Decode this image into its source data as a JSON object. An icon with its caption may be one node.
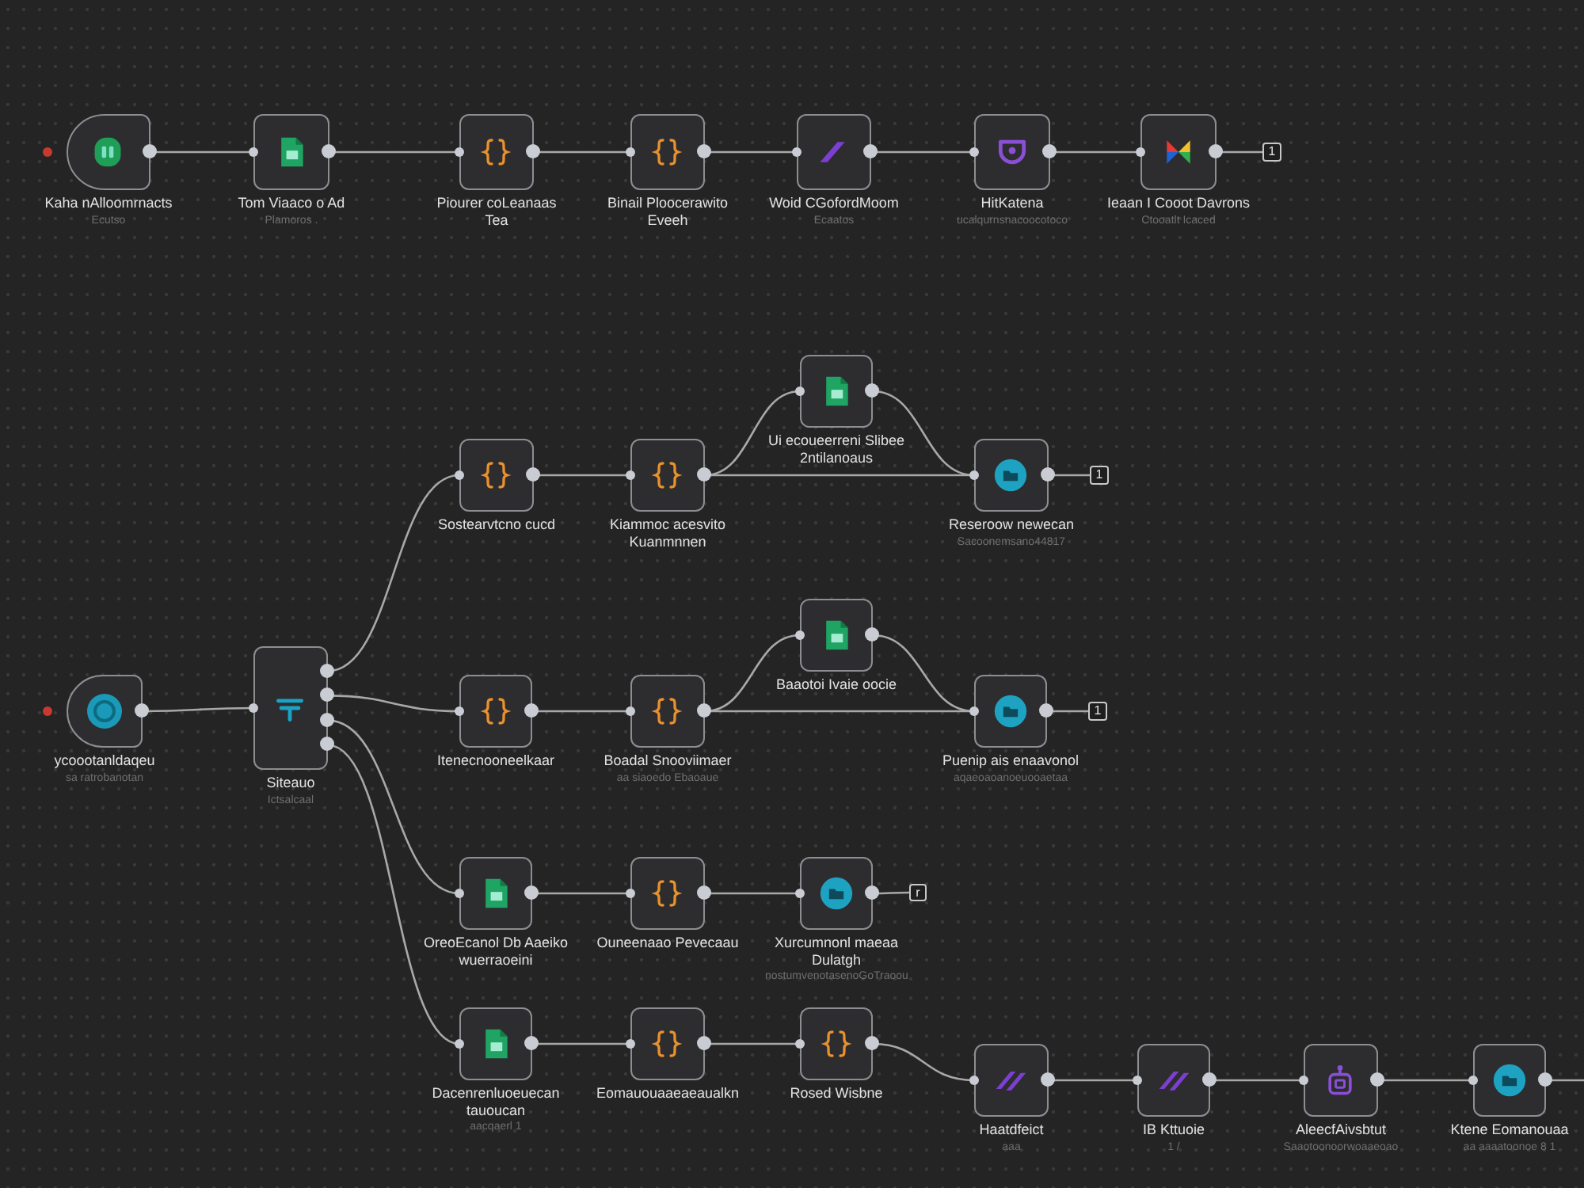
{
  "diagram": {
    "nodes": [
      {
        "text": [
          "Kaha nAlloomrnacts",
          "Ecutso"
        ]
      },
      {
        "text": [
          "Tom Viaaco o Ad",
          "Plamoros ."
        ]
      },
      {
        "text": [
          "Piourer coLeanaas Tea"
        ]
      },
      {
        "text": [
          "Binail Ploocerawito Eveeh"
        ]
      },
      {
        "text": [
          "Woid CGofordMoom",
          "Ecaatos"
        ]
      },
      {
        "text": [
          "HitKatena",
          "ucalqurnsnacoocotoco"
        ]
      },
      {
        "text": [
          "Ieaan I Cooot Davrons",
          "Ctooatlt Icaced"
        ]
      },
      {
        "text": [
          "1"
        ]
      },
      {
        "text": [
          "Sostearvtcno cucd"
        ]
      },
      {
        "text": [
          "Kiammoc acesvito Kuanmnnen"
        ]
      },
      {
        "text": [
          "Ui ecoueerreni Slibee 2ntilanoaus"
        ]
      },
      {
        "text": [
          "Reseroow newecan",
          "Sacoonemsano44817"
        ]
      },
      {
        "text": [
          "1"
        ]
      },
      {
        "text": [
          "ycoootanldaqeu",
          "sa ratrobanotan"
        ]
      },
      {
        "text": [
          "Siteauo",
          "Ictsalcaal"
        ]
      },
      {
        "text": [
          "Itenecnooneelkaar"
        ]
      },
      {
        "text": [
          "Boadal Snooviimaer",
          "aa siaoedo Ebaoaue"
        ]
      },
      {
        "text": [
          "Baaotoi Ivaie oocie"
        ]
      },
      {
        "text": [
          "Puenip ais enaavonol",
          "aqaeoaoanoeuooaetaa"
        ]
      },
      {
        "text": [
          "1"
        ]
      },
      {
        "text": [
          "OreoEcanol Db Aaeiko wuerraoeini"
        ]
      },
      {
        "text": [
          "Ouneenaao Pevecaau"
        ]
      },
      {
        "text": [
          "Xurcumnonl maeaa Dulatgh",
          "nostumvenotasenoGoTraoou"
        ]
      },
      {
        "text": [
          "r"
        ]
      },
      {
        "text": [
          "Dacenrenluoeuecan tauoucan",
          "aacqaerl 1"
        ]
      },
      {
        "text": [
          "Eomauouaaeaeaualkn"
        ]
      },
      {
        "text": [
          "Rosed Wisbne"
        ]
      },
      {
        "text": [
          "Haatdfeict",
          "aaa"
        ]
      },
      {
        "text": [
          "IB Kttuoie",
          "1 /"
        ]
      },
      {
        "text": [
          "AleecfAivsbtut",
          "Saaotoonoorwoaaeoao"
        ]
      },
      {
        "text": [
          "Ktene Eomanouaa",
          "aa aaaatoonoe 8 1"
        ]
      }
    ],
    "edges": [
      {
        "from": 0,
        "to": 1,
        "arrow": "none"
      },
      {
        "from": 1,
        "to": 2,
        "arrow": "none"
      },
      {
        "from": 2,
        "to": 3,
        "arrow": "none"
      },
      {
        "from": 3,
        "to": 4,
        "arrow": "none"
      },
      {
        "from": 4,
        "to": 5,
        "arrow": "none"
      },
      {
        "from": 5,
        "to": 6,
        "arrow": "none"
      },
      {
        "from": 6,
        "to": 7,
        "arrow": "none"
      },
      {
        "from": 13,
        "to": 14,
        "arrow": "none"
      },
      {
        "from": 14,
        "to": 8,
        "arrow": "none"
      },
      {
        "from": 14,
        "to": 15,
        "arrow": "none"
      },
      {
        "from": 14,
        "to": 20,
        "arrow": "none"
      },
      {
        "from": 14,
        "to": 24,
        "arrow": "none"
      },
      {
        "from": 8,
        "to": 9,
        "arrow": "none"
      },
      {
        "from": 9,
        "to": 10,
        "arrow": "none"
      },
      {
        "from": 9,
        "to": 11,
        "arrow": "none"
      },
      {
        "from": 10,
        "to": 11,
        "arrow": "none"
      },
      {
        "from": 11,
        "to": 12,
        "arrow": "none"
      },
      {
        "from": 15,
        "to": 16,
        "arrow": "none"
      },
      {
        "from": 16,
        "to": 17,
        "arrow": "none"
      },
      {
        "from": 16,
        "to": 18,
        "arrow": "none"
      },
      {
        "from": 17,
        "to": 18,
        "arrow": "none"
      },
      {
        "from": 18,
        "to": 19,
        "arrow": "none"
      },
      {
        "from": 20,
        "to": 21,
        "arrow": "none"
      },
      {
        "from": 21,
        "to": 22,
        "arrow": "none"
      },
      {
        "from": 22,
        "to": 23,
        "arrow": "none"
      },
      {
        "from": 24,
        "to": 25,
        "arrow": "none"
      },
      {
        "from": 25,
        "to": 26,
        "arrow": "none"
      },
      {
        "from": 26,
        "to": 27,
        "arrow": "none"
      },
      {
        "from": 27,
        "to": 28,
        "arrow": "none"
      },
      {
        "from": 28,
        "to": 29,
        "arrow": "none"
      },
      {
        "from": 29,
        "to": 30,
        "arrow": "none"
      },
      {
        "from": 30,
        "to": null,
        "arrow": "none"
      }
    ]
  }
}
